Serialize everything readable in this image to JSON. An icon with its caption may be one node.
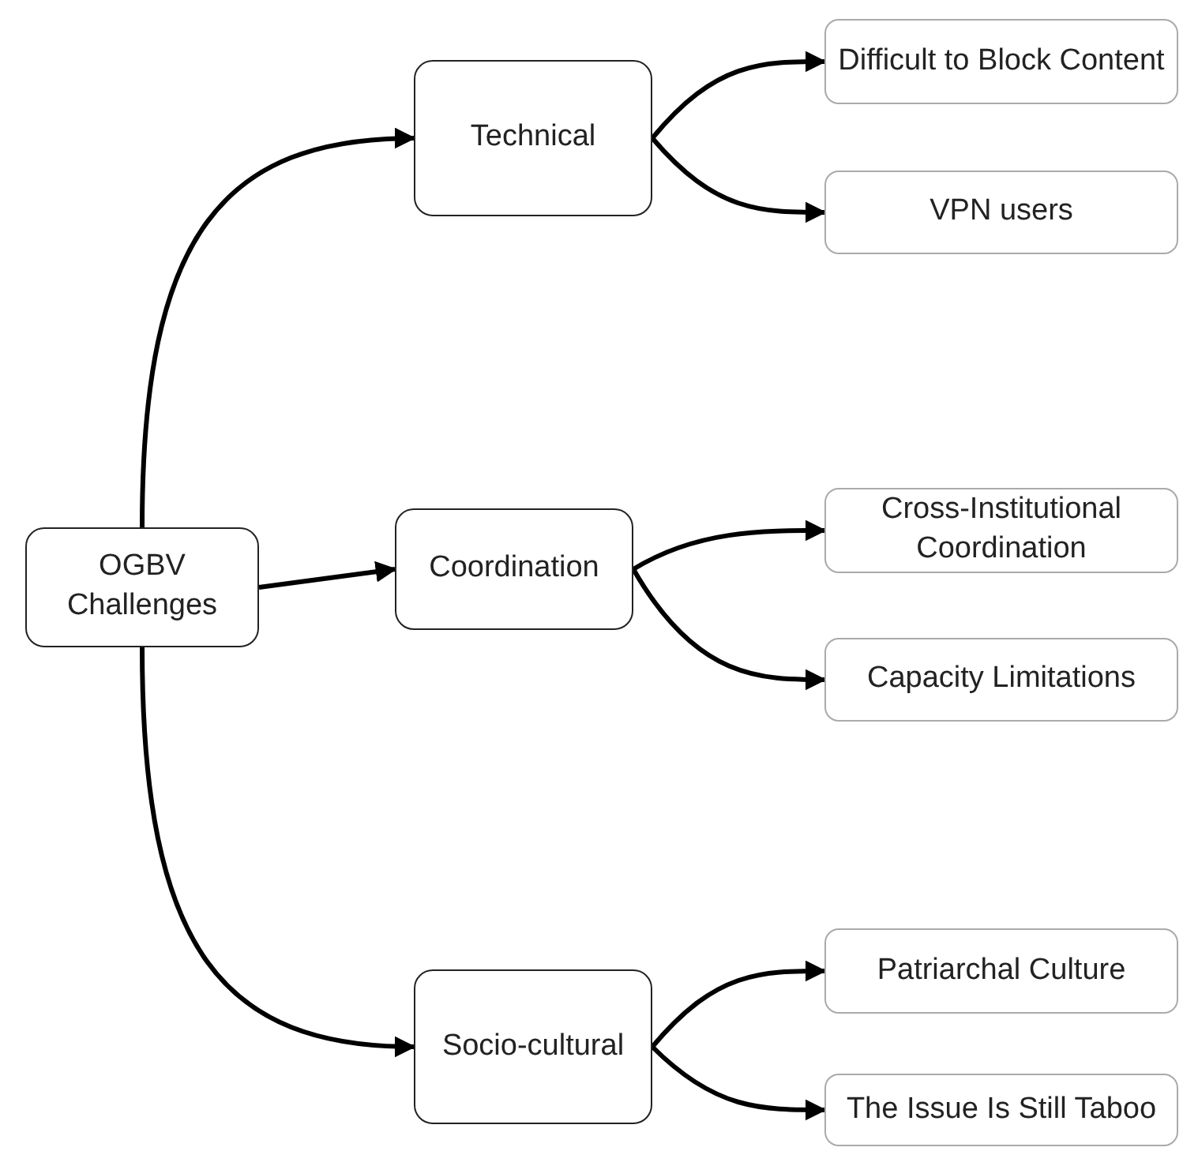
{
  "diagram": {
    "nodes": [
      {
        "text": [
          "OGBV Challenges"
        ]
      },
      {
        "text": [
          "Technical"
        ]
      },
      {
        "text": [
          "Coordination"
        ]
      },
      {
        "text": [
          "Socio-cultural"
        ]
      },
      {
        "text": [
          "Difficult to Block Content"
        ]
      },
      {
        "text": [
          "VPN users"
        ]
      },
      {
        "text": [
          "Cross-Institutional Coordination"
        ]
      },
      {
        "text": [
          "Capacity Limitations"
        ]
      },
      {
        "text": [
          "Patriarchal Culture"
        ]
      },
      {
        "text": [
          "The Issue Is Still Taboo"
        ]
      }
    ],
    "edges": [
      {
        "from": 0,
        "to": 1,
        "arrow": "to"
      },
      {
        "from": 0,
        "to": 2,
        "arrow": "to"
      },
      {
        "from": 0,
        "to": 3,
        "arrow": "to"
      },
      {
        "from": 1,
        "to": 4,
        "arrow": "to"
      },
      {
        "from": 1,
        "to": 5,
        "arrow": "to"
      },
      {
        "from": 2,
        "to": 6,
        "arrow": "to"
      },
      {
        "from": 2,
        "to": 7,
        "arrow": "to"
      },
      {
        "from": 3,
        "to": 8,
        "arrow": "to"
      },
      {
        "from": 3,
        "to": 9,
        "arrow": "to"
      }
    ]
  }
}
